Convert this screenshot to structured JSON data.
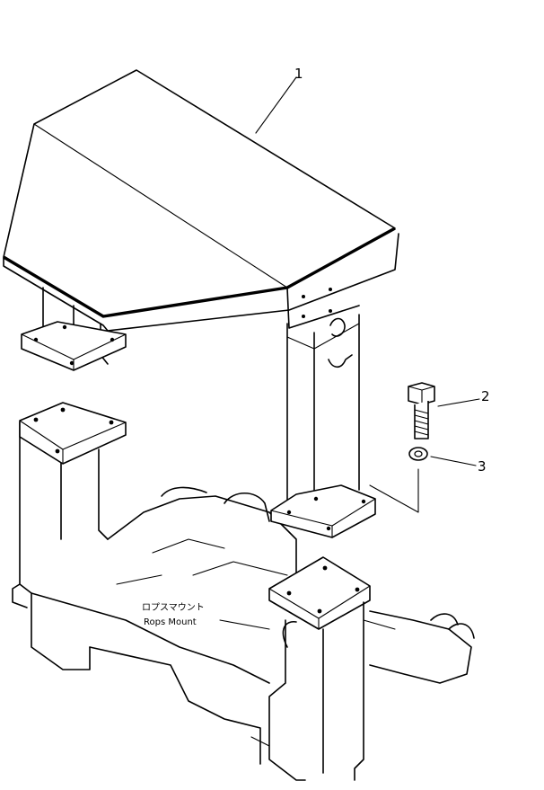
{
  "callouts": [
    {
      "id": "1",
      "label": "1"
    },
    {
      "id": "2",
      "label": "2"
    },
    {
      "id": "3",
      "label": "3"
    }
  ],
  "part_label": {
    "japanese": "ロプスマウント",
    "english": "Rops Mount"
  }
}
